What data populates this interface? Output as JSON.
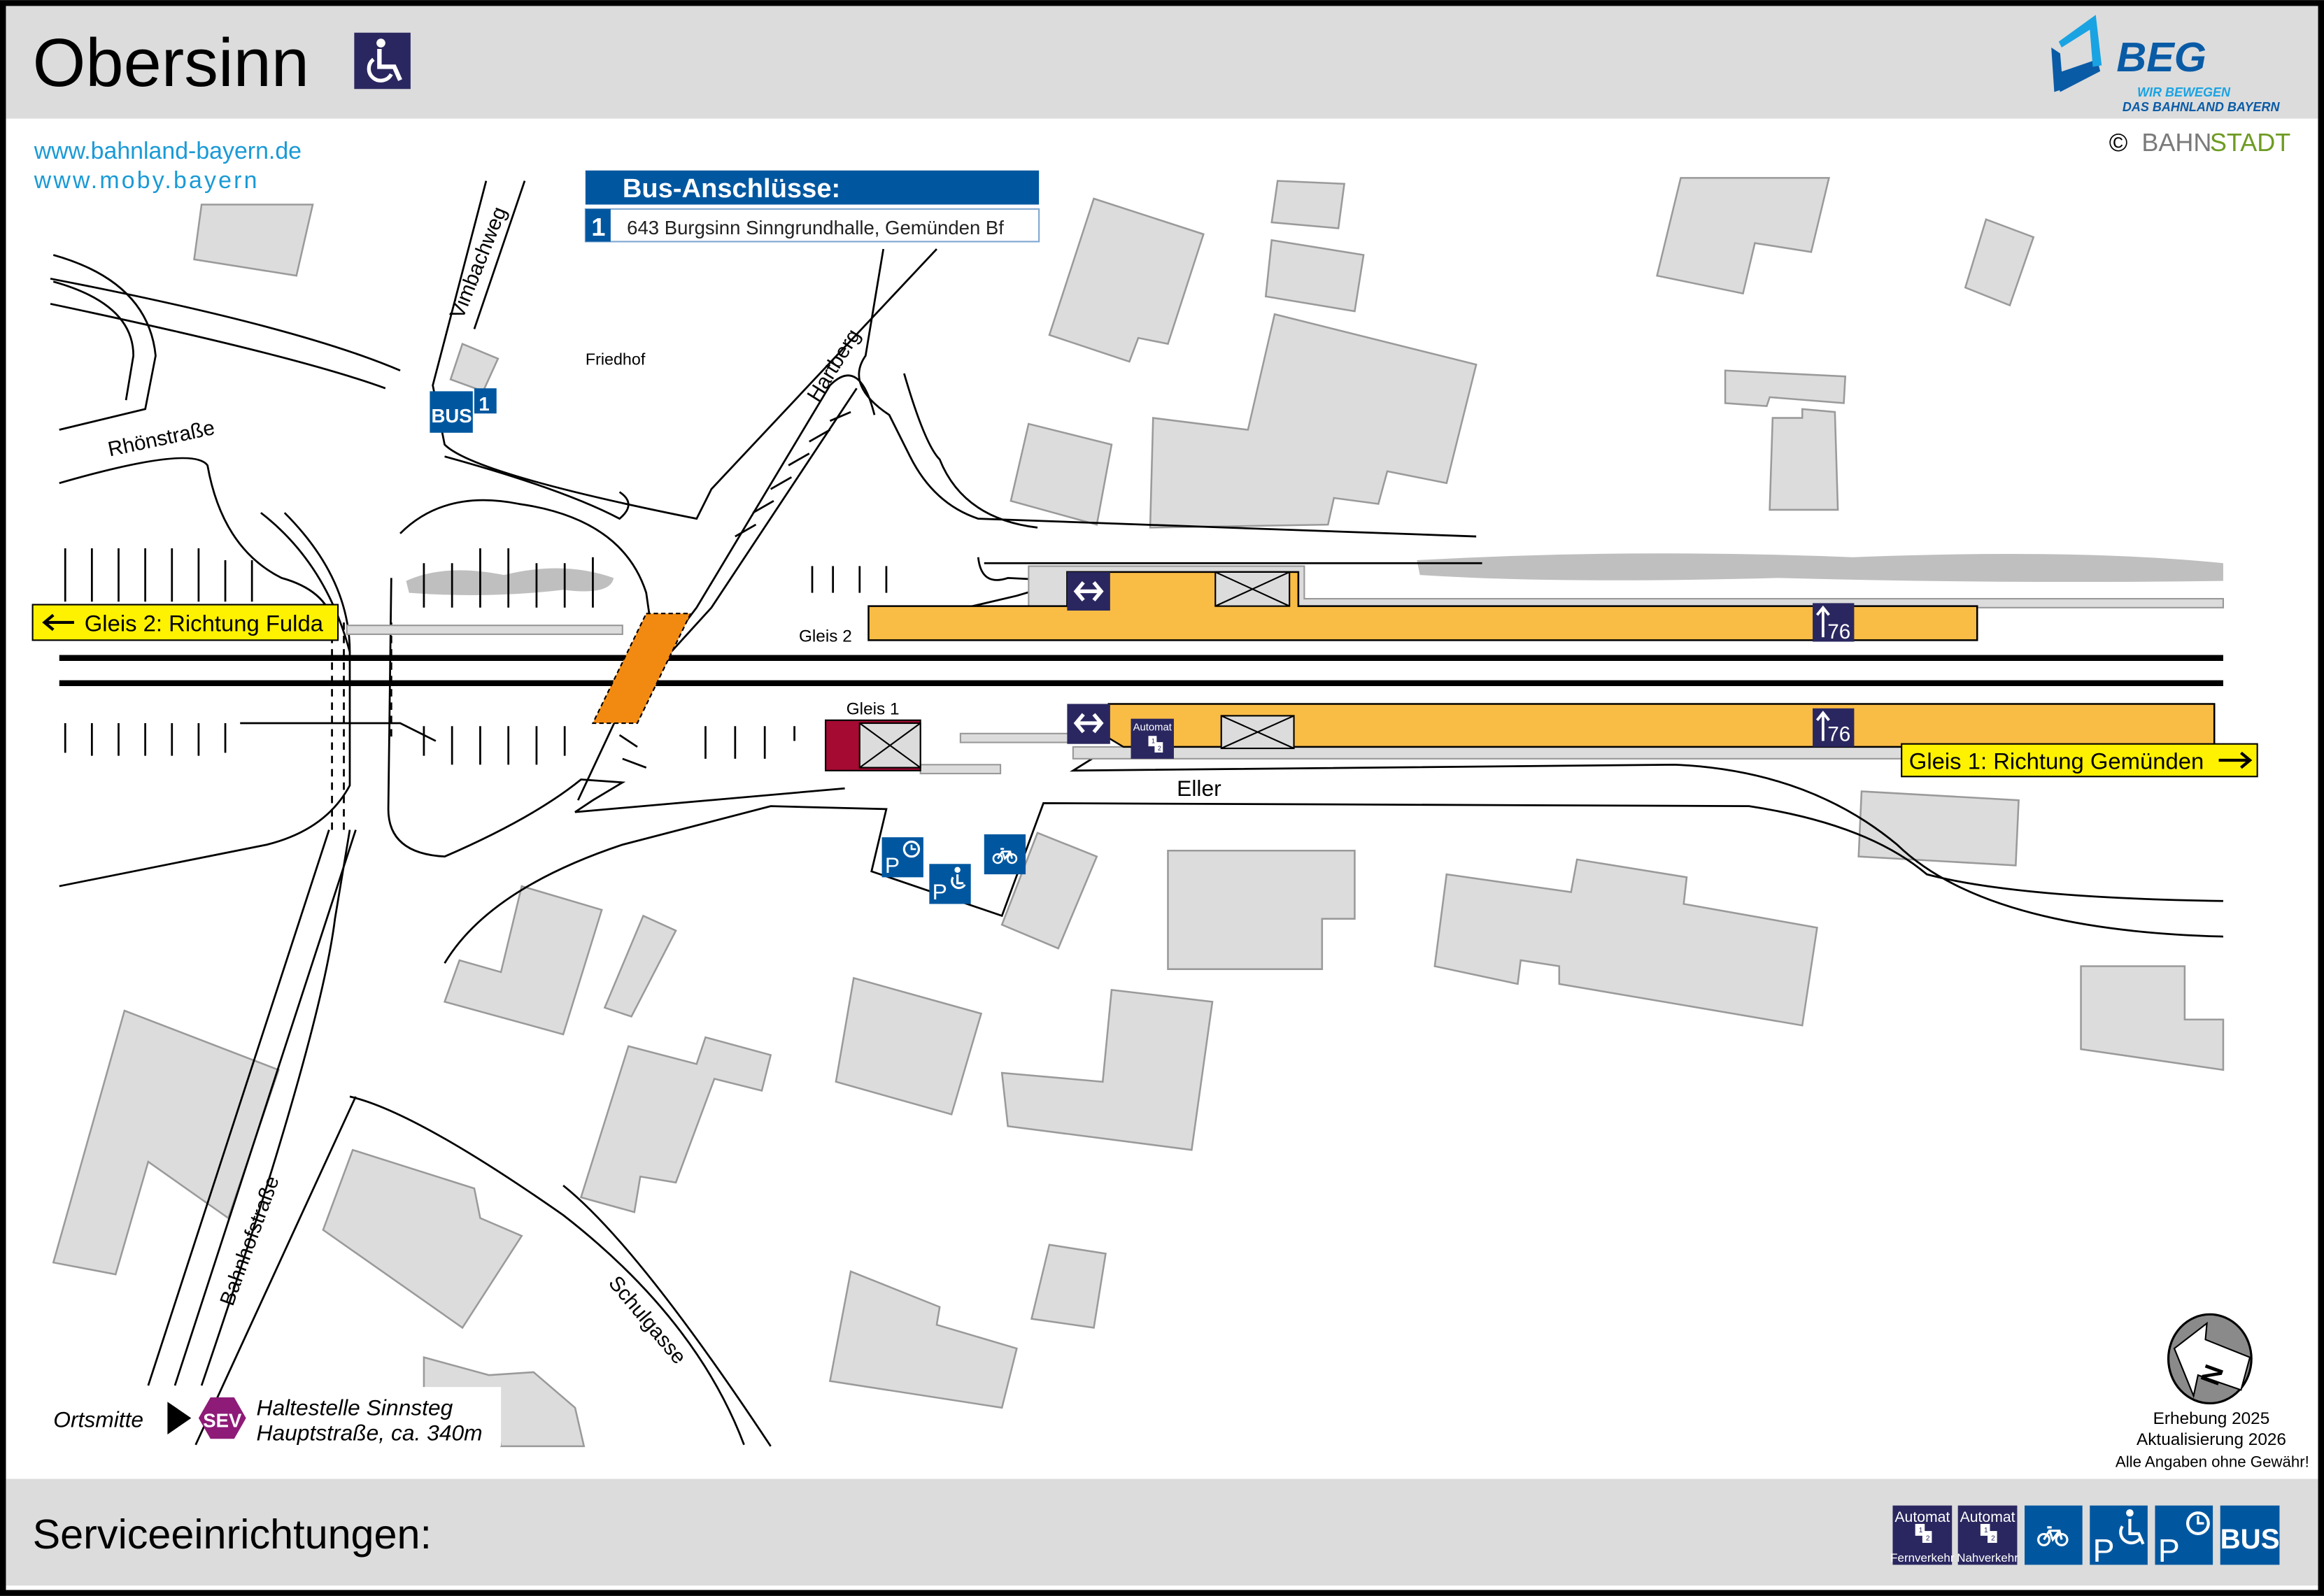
{
  "header": {
    "title": "Obersinn",
    "accessibility_icon": "wheelchair-icon",
    "logo": {
      "name": "BEG",
      "tagline_1": "WIR BEWEGEN",
      "tagline_2": "DAS BAHNLAND BAYERN"
    },
    "copyright": {
      "symbol": "©",
      "part_1": "BAHN",
      "part_2": "STADT"
    }
  },
  "links": {
    "url_1": "www.bahnland-bayern.de",
    "url_2": "www.moby.bayern"
  },
  "bus": {
    "title": "Bus-Anschlüsse:",
    "lines": [
      {
        "number": "1",
        "text": "643 Burgsinn Sinngrundhalle, Gemünden Bf"
      }
    ],
    "stop_label": "BUS",
    "stop_number": "1"
  },
  "streets": {
    "vimbachweg": "Vimbachweg",
    "friedhof": "Friedhof",
    "hartberg": "Hartberg",
    "rhoenstrasse": "Rhönstraße",
    "eller": "Eller",
    "bahnhofstrasse": "Bahnhofstraße",
    "schulgasse": "Schulgasse"
  },
  "tracks": {
    "gleis2_label": "Gleis 2",
    "gleis1_label": "Gleis 1",
    "gleis2_direction": "Gleis 2: Richtung Fulda",
    "gleis1_direction": "Gleis 1: Richtung Gemünden",
    "platform_height_2": "76",
    "platform_height_1": "76"
  },
  "station_icons": {
    "automat": "Automat"
  },
  "ortsmitte": {
    "label": "Ortsmitte",
    "sev": "SEV",
    "stop_line_1": "Haltestelle Sinnsteg",
    "stop_line_2": "Hauptstraße, ca. 340m"
  },
  "notes": {
    "survey": "Erhebung 2025",
    "update": "Aktualisierung 2026",
    "disclaimer": "Alle Angaben ohne Gewähr!",
    "north": "N"
  },
  "footer": {
    "title": "Serviceeinrichtungen:",
    "services": [
      {
        "top": "Automat",
        "bottom": "Fernverkehr"
      },
      {
        "top": "Automat",
        "bottom": "Nahverkehr"
      },
      {
        "icon": "bicycle-icon"
      },
      {
        "icon": "disabled-parking-icon",
        "letter": "P"
      },
      {
        "icon": "short-term-parking-icon",
        "letter": "P"
      },
      {
        "label": "BUS"
      }
    ]
  },
  "colors": {
    "platform": "#f9bc45",
    "navy": "#2a2760",
    "blue": "#0057a0",
    "link": "#1a9ad6",
    "sev": "#8e1b78",
    "red_building": "#a50a32",
    "underpass": "#f28a12",
    "direction_box": "#fff200"
  }
}
